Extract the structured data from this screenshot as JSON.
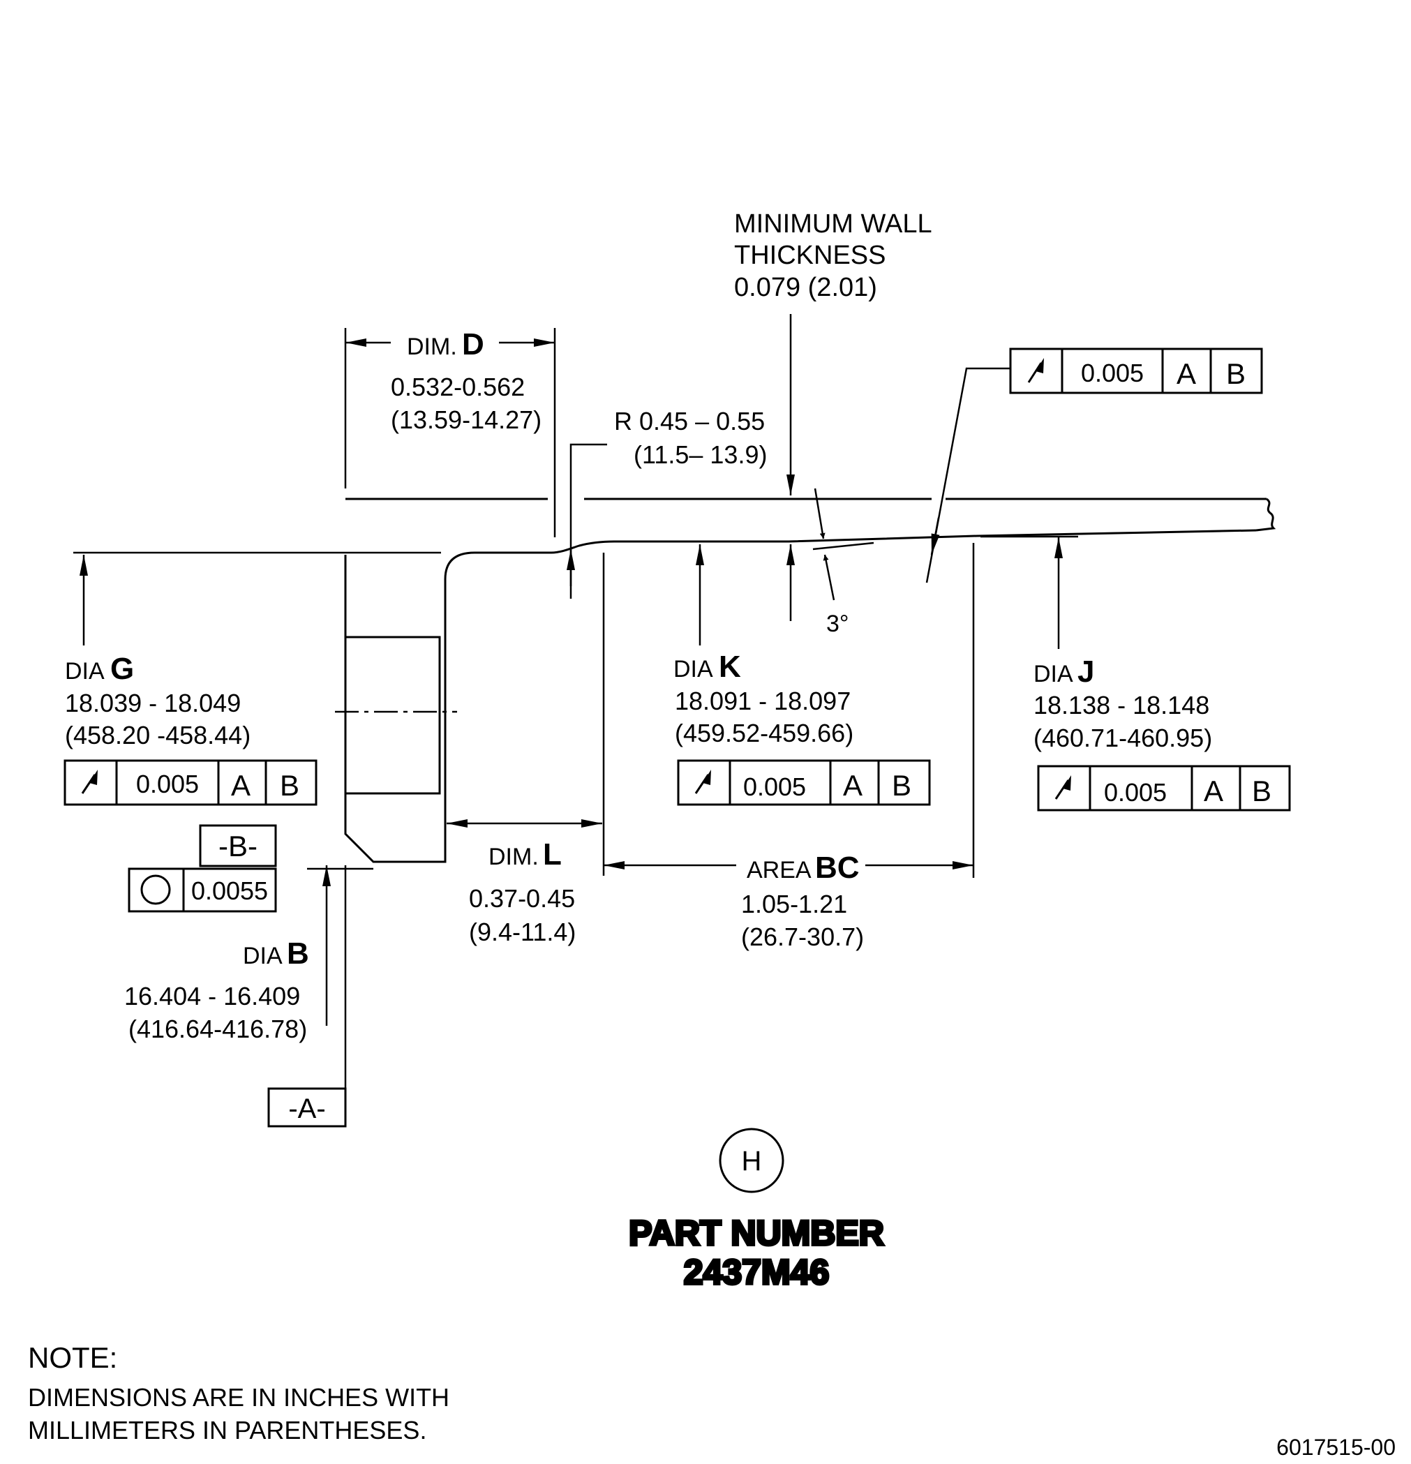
{
  "min_wall": {
    "line1": "MINIMUM WALL",
    "line2": "THICKNESS",
    "value": "0.079 (2.01)"
  },
  "dim_d": {
    "prefix": "DIM.",
    "letter": "D",
    "inch": "0.532-0.562",
    "mm": "(13.59-14.27)"
  },
  "radius": {
    "inch": "R 0.45 – 0.55",
    "mm": "(11.5– 13.9)"
  },
  "dia_g": {
    "prefix": "DIA",
    "letter": "G",
    "inch": "18.039 - 18.049",
    "mm": "(458.20 -458.44)"
  },
  "dia_k": {
    "prefix": "DIA",
    "letter": "K",
    "inch": "18.091 - 18.097",
    "mm": "(459.52-459.66)"
  },
  "dia_j": {
    "prefix": "DIA",
    "letter": "J",
    "inch": "18.138 - 18.148",
    "mm": "(460.71-460.95)"
  },
  "dia_b": {
    "prefix": "DIA",
    "letter": "B",
    "inch": "16.404 - 16.409",
    "mm": "(416.64-416.78)"
  },
  "dim_l": {
    "prefix": "DIM.",
    "letter": "L",
    "inch": "0.37-0.45",
    "mm": "(9.4-11.4)"
  },
  "area_bc": {
    "prefix": "AREA",
    "letter": "BC",
    "inch": "1.05-1.21",
    "mm": "(26.7-30.7)"
  },
  "angle": "3°",
  "runout_frame": {
    "symbol": "runout-arrow-icon",
    "tolerance": "0.005",
    "datum1": "A",
    "datum2": "B"
  },
  "roundness_frame": {
    "symbol": "circularity-icon",
    "tolerance": "0.0055"
  },
  "datum_a": "-A-",
  "datum_b": "-B-",
  "view_label": "H",
  "part_number": {
    "line1": "PART NUMBER",
    "line2": "2437M46"
  },
  "note": {
    "title": "NOTE:",
    "line1": "DIMENSIONS ARE IN INCHES WITH",
    "line2": "MILLIMETERS IN PARENTHESES."
  },
  "drawing_number": "6017515-00"
}
